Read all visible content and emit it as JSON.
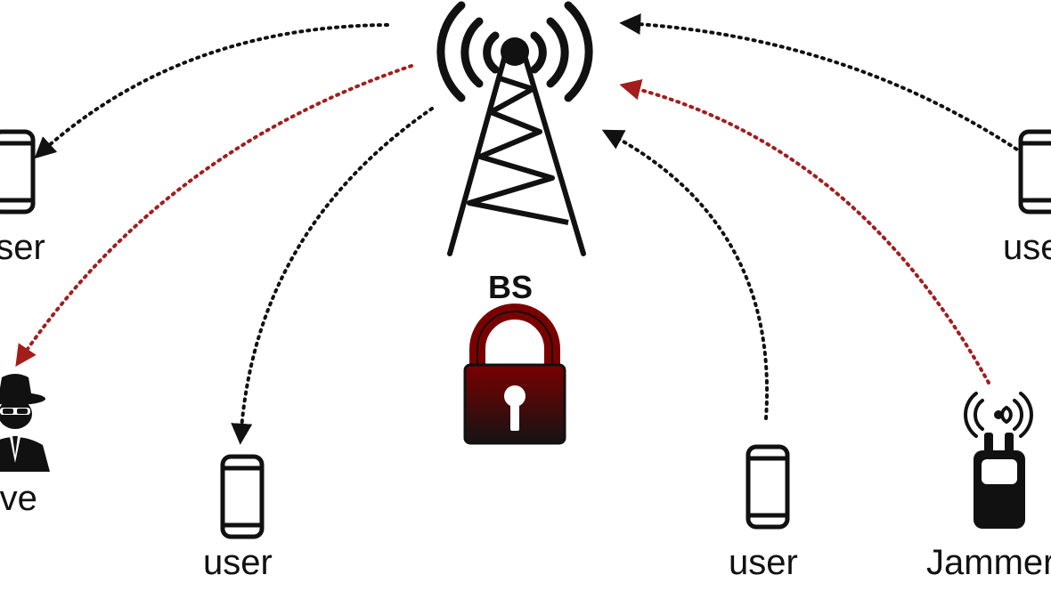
{
  "nodes": {
    "base_station": {
      "label": "BS"
    },
    "user_top_left": {
      "label": "user"
    },
    "user_top_right": {
      "label": "user"
    },
    "user_bottom_left": {
      "label": "user"
    },
    "user_bottom_right": {
      "label": "user"
    },
    "eavesdropper": {
      "label": "Eve"
    },
    "jammer": {
      "label": "Jammer"
    }
  },
  "icons": {
    "tower": "cell-tower-icon",
    "lock": "padlock-icon",
    "phone": "smartphone-icon",
    "spy": "spy-icon",
    "jammer": "jammer-device-icon"
  },
  "colors": {
    "legit_link": "#111111",
    "malicious_link": "#a31d1d",
    "lock_top": "#6b0000",
    "lock_bottom": "#111111"
  }
}
